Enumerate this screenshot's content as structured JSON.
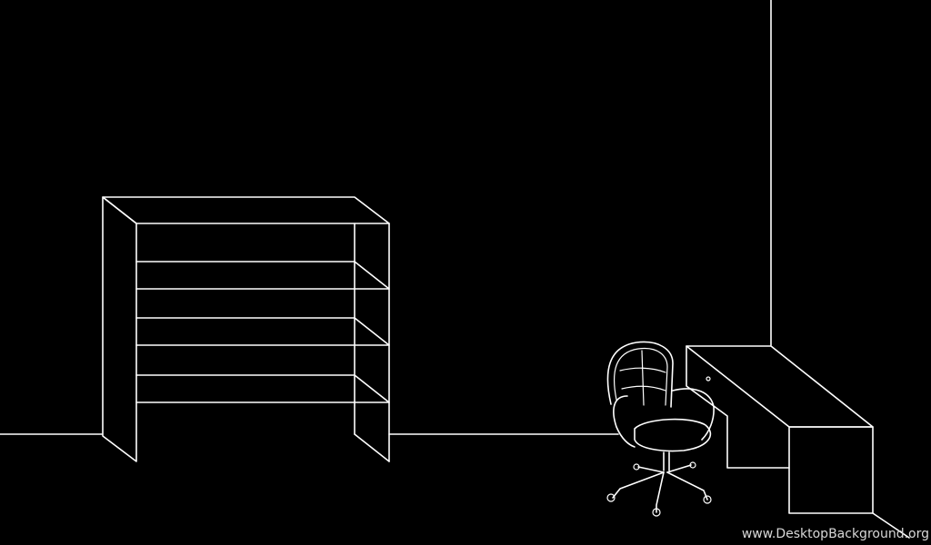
{
  "scene": {
    "description_type": "line-art room illustration",
    "colors": {
      "background": "#000000",
      "line": "#ffffff",
      "watermark": "#d8d8d8"
    },
    "objects": [
      "room-outline",
      "bookshelf",
      "office-chair",
      "desk"
    ]
  },
  "watermark": {
    "text": "www.DesktopBackground.org"
  }
}
